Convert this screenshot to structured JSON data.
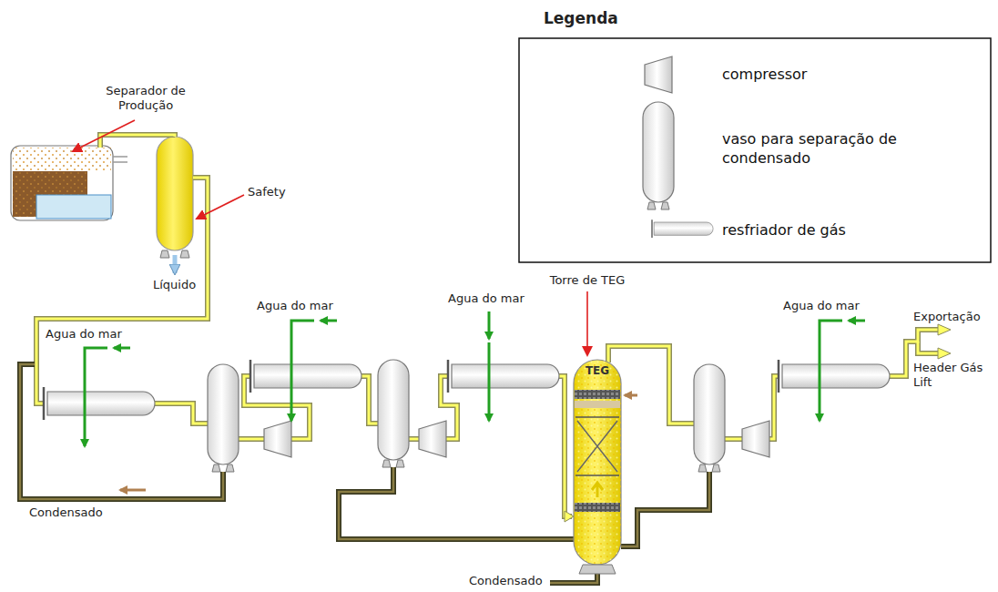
{
  "diagram": {
    "nodes": [
      {
        "text": [
          "TEG"
        ]
      }
    ],
    "labels": [
      "Legenda",
      "Separador de Produção",
      "Safety",
      "Líquido",
      "Agua do mar",
      "Agua do mar",
      "Agua do mar",
      "Torre de TEG",
      "Agua do mar",
      "Exportação",
      "Header Gás Lift",
      "Condensado",
      "Condensado"
    ],
    "legend": [
      {
        "text": "compressor"
      },
      {
        "text": "vaso para separação de condensado"
      },
      {
        "text": "resfriador de gás"
      }
    ]
  }
}
